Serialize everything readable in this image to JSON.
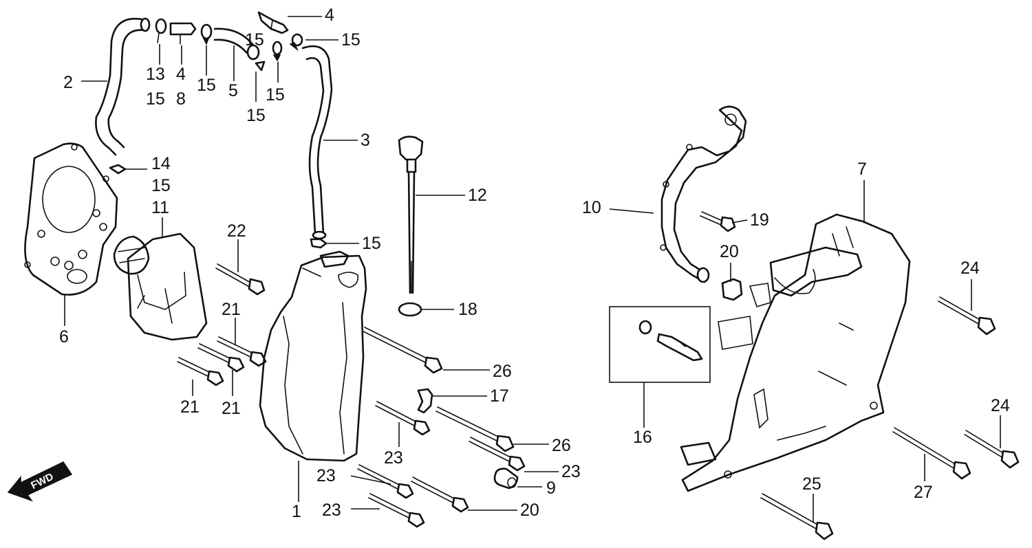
{
  "diagram": {
    "fwd_indicator": "FWD",
    "callouts": [
      "1",
      "2",
      "3",
      "4",
      "4",
      "5",
      "6",
      "7",
      "8",
      "9",
      "10",
      "11",
      "12",
      "13",
      "14",
      "15",
      "15",
      "15",
      "15",
      "15",
      "15",
      "15",
      "15",
      "16",
      "17",
      "18",
      "19",
      "20",
      "20",
      "21",
      "21",
      "21",
      "22",
      "23",
      "23",
      "23",
      "23",
      "24",
      "24",
      "25",
      "26",
      "26",
      "27"
    ]
  }
}
